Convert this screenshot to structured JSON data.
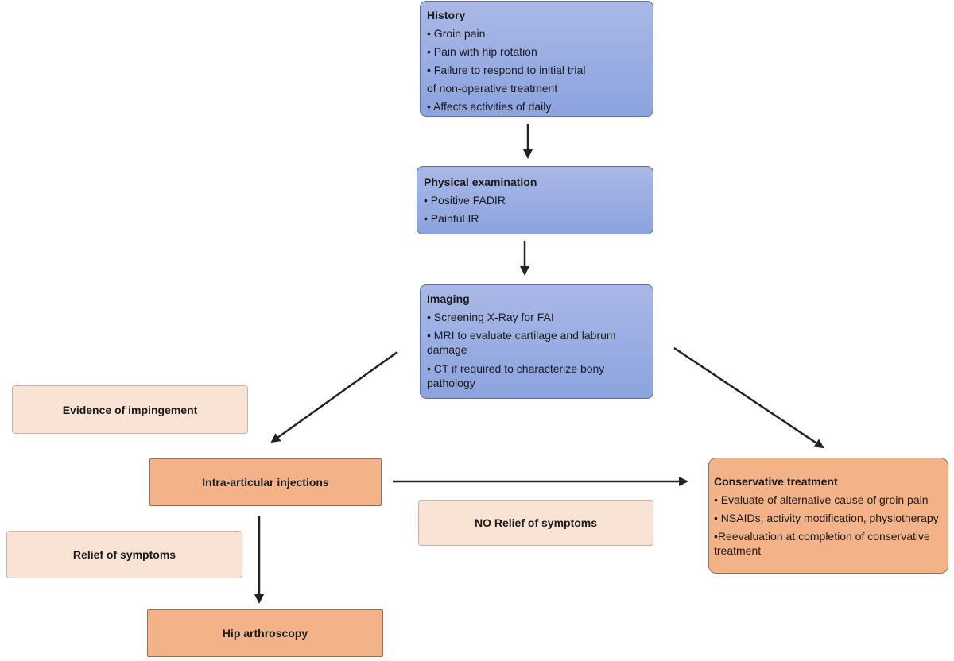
{
  "history": {
    "title": "History",
    "items": [
      "• Groin pain",
      "• Pain with hip rotation",
      "• Failure to respond to initial  trial",
      "of non-operative treatment",
      "• Affects activities of daily"
    ]
  },
  "physical": {
    "title": "Physical examination",
    "items": [
      "• Positive FADIR",
      "• Painful IR"
    ]
  },
  "imaging": {
    "title": "Imaging",
    "items": [
      "• Screening X-Ray for FAI",
      "• MRI to evaluate cartilage and labrum damage",
      "• CT if required to characterize bony pathology"
    ]
  },
  "evidence": {
    "label": "Evidence of impingement"
  },
  "injections": {
    "label": "Intra-articular injections"
  },
  "relief": {
    "label": "Relief of symptoms"
  },
  "no_relief": {
    "label": "NO Relief of symptoms"
  },
  "arthroscopy": {
    "label": "Hip arthroscopy"
  },
  "conservative": {
    "title": "Conservative treatment",
    "items": [
      "• Evaluate of alternative cause of groin pain",
      "• NSAIDs, activity modification, physiotherapy",
      "•Reevaluation at completion of conservative treatment"
    ]
  },
  "colors": {
    "blue_box": "#9aafe2",
    "orange_box": "#f3b287",
    "peach_box": "#f9e3d5",
    "arrow": "#222222"
  }
}
